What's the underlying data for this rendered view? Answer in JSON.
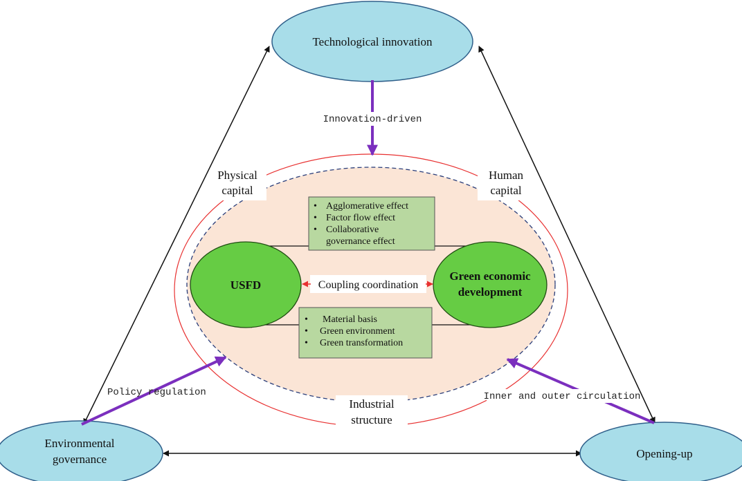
{
  "nodes": {
    "top": "Technological innovation",
    "left_line1": "Environmental",
    "left_line2": "governance",
    "right": "Opening-up"
  },
  "pathways": {
    "top": "Innovation-driven",
    "left": "Policy regulation",
    "right": "Inner and outer circulation"
  },
  "capitals": {
    "physical_line1": "Physical",
    "physical_line2": "capital",
    "human_line1": "Human",
    "human_line2": "capital",
    "industrial_line1": "Industrial",
    "industrial_line2": "structure"
  },
  "core": {
    "usfd": "USFD",
    "ged_line1": "Green economic",
    "ged_line2": "development",
    "coupling": "Coupling coordination"
  },
  "effects_top": {
    "bullet": "•",
    "item1": "Agglomerative effect",
    "item2": "Factor flow effect",
    "item3_line1": "Collaborative",
    "item3_line2": "governance effect"
  },
  "effects_bottom": {
    "bullet": "•",
    "item1": "Material basis",
    "item2": "Green environment",
    "item3": "Green transformation"
  },
  "colors": {
    "outer_node_fill": "#a8dde9",
    "outer_node_stroke": "#2f5f8a",
    "core_fill": "#fbe5d6",
    "green_node_fill": "#66cc44",
    "box_fill": "#b8d8a0",
    "purple": "#7b2fbe",
    "red": "#e83030",
    "dashed": "#2a3e7a"
  }
}
